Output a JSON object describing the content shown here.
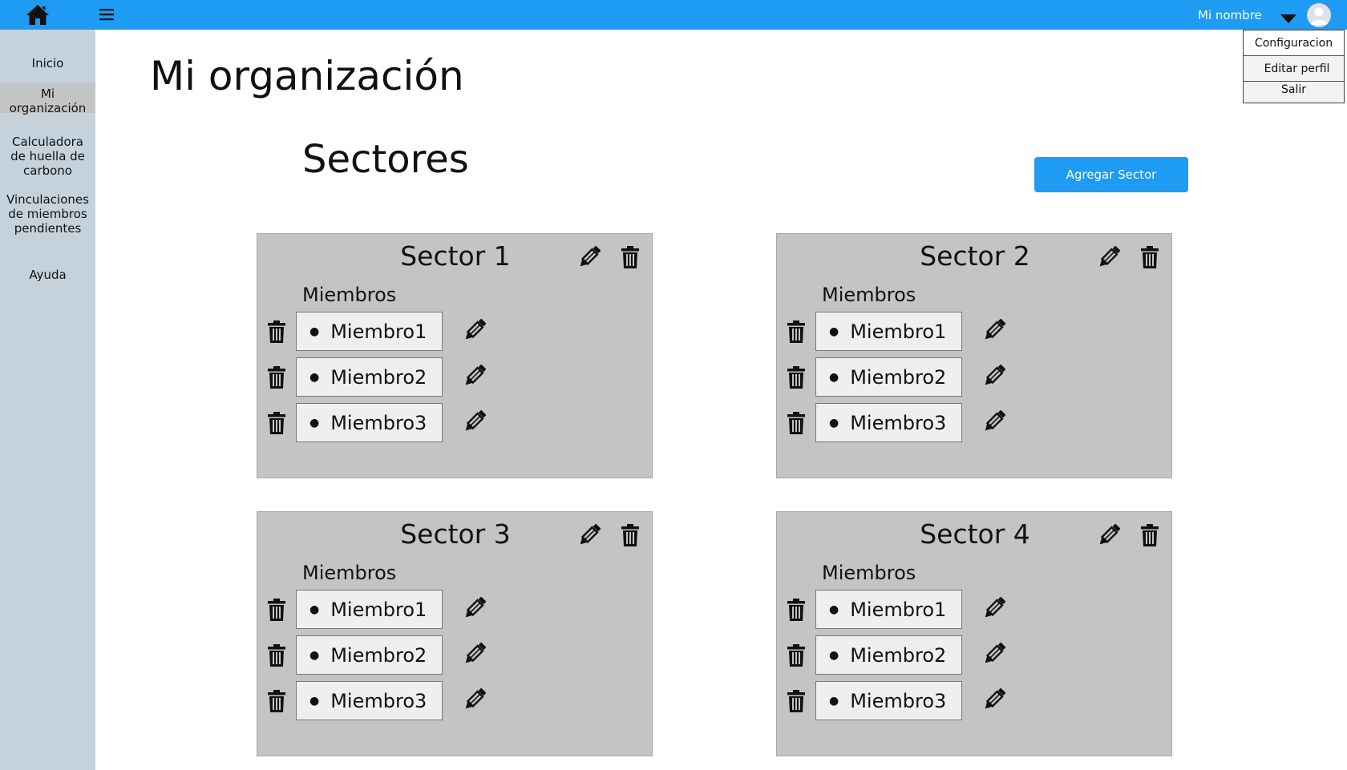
{
  "topbar": {
    "user_name": "Mi nombre",
    "icons": {
      "home": "home-icon",
      "menu": "hamburger-menu-icon",
      "caret": "caret-down-icon",
      "avatar": "user-avatar-icon"
    }
  },
  "user_menu": {
    "items": [
      {
        "label": "Configuracion"
      },
      {
        "label": "Editar perfil"
      },
      {
        "label": "Salir"
      }
    ]
  },
  "sidebar": {
    "items": [
      {
        "label": "Inicio",
        "active": false
      },
      {
        "label": "Mi organización",
        "active": true
      },
      {
        "label": "Calculadora de huella de carbono",
        "active": false
      },
      {
        "label": "Vinculaciones de miembros pendientes",
        "active": false
      },
      {
        "label": "Ayuda",
        "active": false
      }
    ]
  },
  "main": {
    "title": "Mi organización",
    "section_title": "Sectores",
    "add_button": "Agregar Sector"
  },
  "sectors": [
    {
      "name": "Sector 1",
      "members_label": "Miembros",
      "members": [
        "Miembro1",
        "Miembro2",
        "Miembro3"
      ]
    },
    {
      "name": "Sector 2",
      "members_label": "Miembros",
      "members": [
        "Miembro1",
        "Miembro2",
        "Miembro3"
      ]
    },
    {
      "name": "Sector 3",
      "members_label": "Miembros",
      "members": [
        "Miembro1",
        "Miembro2",
        "Miembro3"
      ]
    },
    {
      "name": "Sector 4",
      "members_label": "Miembros",
      "members": [
        "Miembro1",
        "Miembro2",
        "Miembro3"
      ]
    }
  ],
  "colors": {
    "primary": "#1e9bf2",
    "sidebar": "#c5d2dc",
    "card": "#c4c4c4",
    "member_box": "#efefef"
  }
}
